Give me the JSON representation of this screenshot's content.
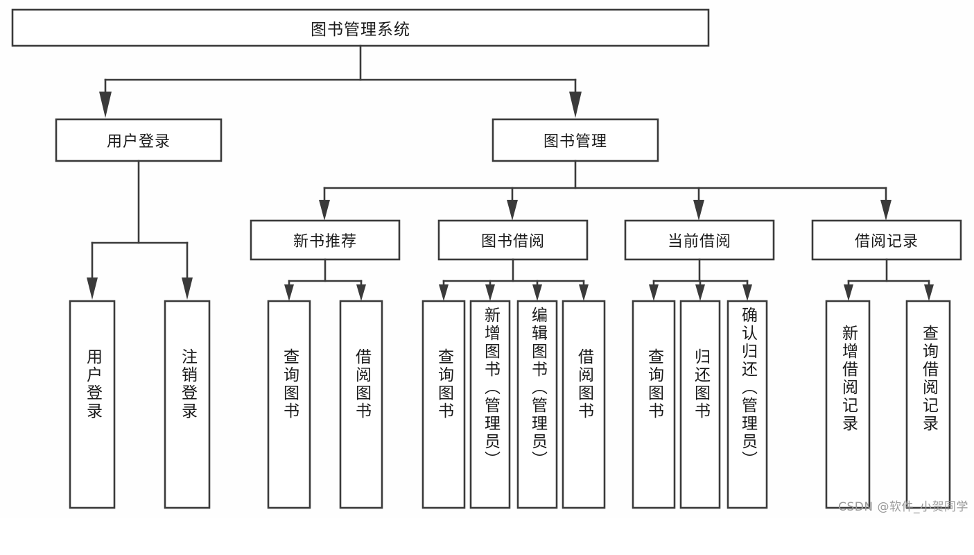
{
  "diagram": {
    "type": "tree",
    "title": "图书管理系统",
    "root": {
      "label": "图书管理系统"
    },
    "level2": [
      {
        "label": "用户登录"
      },
      {
        "label": "图书管理"
      }
    ],
    "level3": [
      {
        "label": "新书推荐"
      },
      {
        "label": "图书借阅"
      },
      {
        "label": "当前借阅"
      },
      {
        "label": "借阅记录"
      }
    ],
    "leaves": [
      {
        "label": "用户登录",
        "parent": "用户登录"
      },
      {
        "label": "注销登录",
        "parent": "用户登录"
      },
      {
        "label": "查询图书",
        "parent": "新书推荐"
      },
      {
        "label": "借阅图书",
        "parent": "新书推荐"
      },
      {
        "label": "查询图书",
        "parent": "图书借阅"
      },
      {
        "label": "新增图书（管理员）",
        "parent": "图书借阅"
      },
      {
        "label": "编辑图书（管理员）",
        "parent": "图书借阅"
      },
      {
        "label": "借阅图书",
        "parent": "图书借阅"
      },
      {
        "label": "查询图书",
        "parent": "当前借阅"
      },
      {
        "label": "归还图书",
        "parent": "当前借阅"
      },
      {
        "label": "确认归还（管理员）",
        "parent": "当前借阅"
      },
      {
        "label": "新增借阅记录",
        "parent": "借阅记录"
      },
      {
        "label": "查询借阅记录",
        "parent": "借阅记录"
      }
    ]
  },
  "watermark": {
    "text": "CSDN @软件_小贺同学"
  },
  "colors": {
    "background": "#fefefe",
    "box_fill": "#ffffff",
    "line": "#3a3a3a",
    "text": "#1a1a1a",
    "watermark": "#9a9a9a"
  }
}
